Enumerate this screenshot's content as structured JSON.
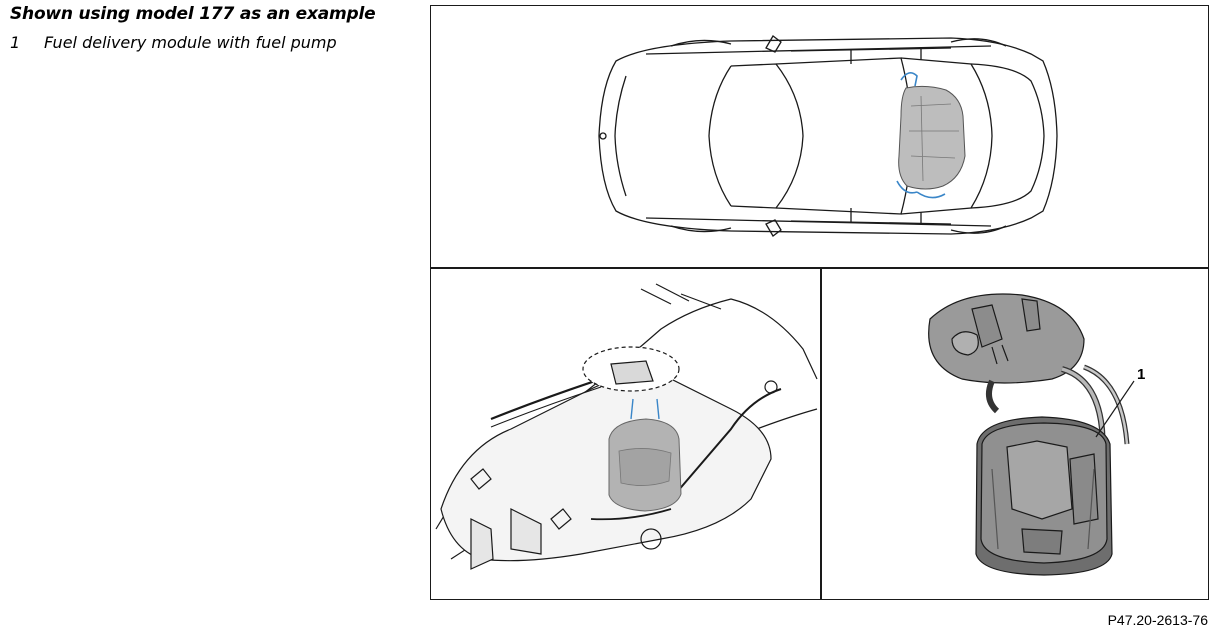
{
  "document": {
    "caption": "Shown using model 177 as an example",
    "legend": [
      {
        "number": "1",
        "text": "Fuel delivery module with fuel pump"
      }
    ],
    "figure_reference": "P47.20-2613-76"
  },
  "figure": {
    "callouts": [
      {
        "label": "1"
      }
    ],
    "colors": {
      "highlight_blue": "#3a86c8",
      "part_gray": "#9a9a9a",
      "line": "#1a1a1a"
    }
  }
}
